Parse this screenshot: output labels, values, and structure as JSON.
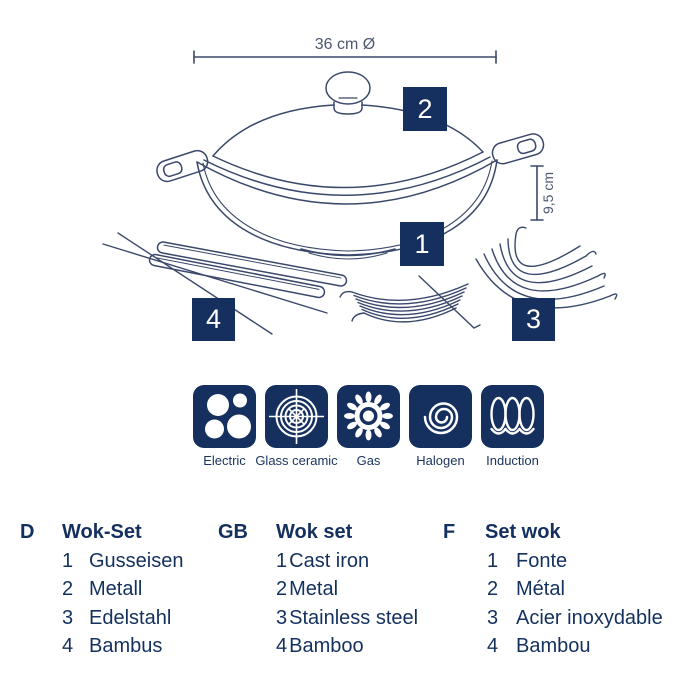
{
  "colors": {
    "navy": "#15305E",
    "line_art": "#3A486B",
    "dimension_text": "#4D5872",
    "white": "#FFFFFF"
  },
  "diagram": {
    "width_dim": "36 cm Ø",
    "height_dim": "9,5 cm",
    "callouts": [
      {
        "n": "1"
      },
      {
        "n": "2"
      },
      {
        "n": "3"
      },
      {
        "n": "4"
      }
    ]
  },
  "hobs": [
    {
      "label": "Electric"
    },
    {
      "label": "Glass ceramic"
    },
    {
      "label": "Gas"
    },
    {
      "label": "Halogen"
    },
    {
      "label": "Induction"
    }
  ],
  "legend": {
    "columns": [
      {
        "lang": "D",
        "title": "Wok-Set",
        "items": [
          {
            "num": "1",
            "text": "Gusseisen"
          },
          {
            "num": "2",
            "text": "Metall"
          },
          {
            "num": "3",
            "text": "Edelstahl"
          },
          {
            "num": "4",
            "text": "Bambus"
          }
        ]
      },
      {
        "lang": "GB",
        "title": "Wok set",
        "items": [
          {
            "num": "1",
            "text": "Cast iron"
          },
          {
            "num": "2",
            "text": "Metal"
          },
          {
            "num": "3",
            "text": "Stainless steel"
          },
          {
            "num": "4",
            "text": "Bamboo"
          }
        ]
      },
      {
        "lang": "F",
        "title": "Set wok",
        "items": [
          {
            "num": "1",
            "text": "Fonte"
          },
          {
            "num": "2",
            "text": "Métal"
          },
          {
            "num": "3",
            "text": "Acier inoxydable"
          },
          {
            "num": "4",
            "text": "Bambou"
          }
        ]
      }
    ]
  }
}
